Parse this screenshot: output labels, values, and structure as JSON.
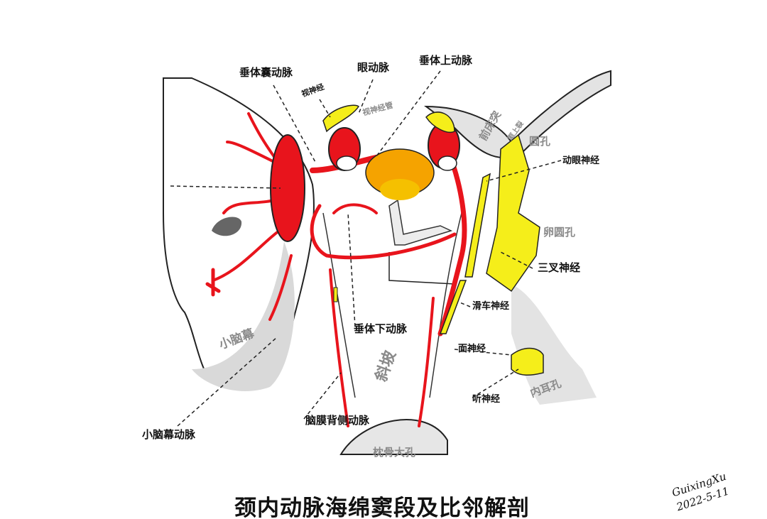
{
  "title": "颈内动脉海绵窦段及比邻解剖",
  "signature": {
    "name": "GuixingXu",
    "date": "2022-5-11"
  },
  "labels": {
    "hypophyseal_capsular_artery": "垂体囊动脉",
    "optic_nerve": "视神经",
    "ophthalmic_artery": "眼动脉",
    "optic_canal": "视神经管",
    "superior_hypophyseal_artery": "垂体上动脉",
    "anterior_clinoid": "前床突",
    "superior_orbital_fissure": "眶上裂",
    "foramen_rotundum": "圆孔",
    "oculomotor_nerve": "动眼神经",
    "foramen_ovale": "卵圆孔",
    "trigeminal_nerve": "三叉神经",
    "trochlear_nerve": "滑车神经",
    "inferior_hypophyseal_artery": "垂体下动脉",
    "tentorium": "小脑幕",
    "clivus": "斜坡",
    "facial_nerve": "面神经",
    "internal_acoustic_meatus": "内耳孔",
    "acoustic_nerve": "听神经",
    "dorsal_meningeal_artery": "脑膜背侧动脉",
    "tentorial_artery": "小脑幕动脉",
    "foramen_magnum": "枕骨大孔"
  },
  "colors": {
    "artery": "#e8141c",
    "nerve": "#f5ee1a",
    "pituitary": "#f5a300",
    "bone": "#e6e6e6"
  }
}
